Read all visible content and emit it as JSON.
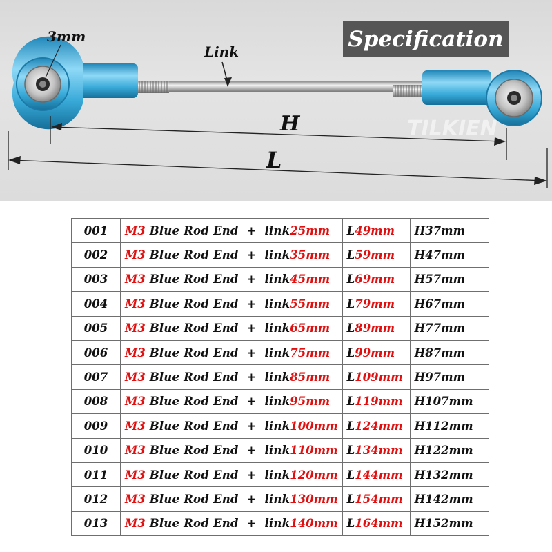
{
  "diagram": {
    "label_3mm": "3mm",
    "label_link": "Link",
    "label_h": "H",
    "label_l": "L",
    "watermark": "TILKIEN",
    "colors": {
      "rod_end": "#37a9d8",
      "rod": "#b9b9b9"
    }
  },
  "title": "Specification",
  "table": {
    "rows": [
      {
        "code": "001",
        "thread": "M3",
        "desc": " Blue Rod End  +  link",
        "link": "25mm",
        "l_prefix": "L",
        "l_val": "49mm",
        "h": "H37mm"
      },
      {
        "code": "002",
        "thread": "M3",
        "desc": " Blue Rod End  +  link",
        "link": "35mm",
        "l_prefix": "L",
        "l_val": "59mm",
        "h": "H47mm"
      },
      {
        "code": "003",
        "thread": "M3",
        "desc": " Blue Rod End  +  link",
        "link": "45mm",
        "l_prefix": "L",
        "l_val": "69mm",
        "h": "H57mm"
      },
      {
        "code": "004",
        "thread": "M3",
        "desc": " Blue Rod End  +  link",
        "link": "55mm",
        "l_prefix": "L",
        "l_val": "79mm",
        "h": "H67mm"
      },
      {
        "code": "005",
        "thread": "M3",
        "desc": " Blue Rod End  +  link",
        "link": "65mm",
        "l_prefix": "L",
        "l_val": "89mm",
        "h": "H77mm"
      },
      {
        "code": "006",
        "thread": "M3",
        "desc": " Blue Rod End  +  link",
        "link": "75mm",
        "l_prefix": "L",
        "l_val": "99mm",
        "h": "H87mm"
      },
      {
        "code": "007",
        "thread": "M3",
        "desc": " Blue Rod End  +  link",
        "link": "85mm",
        "l_prefix": "L",
        "l_val": "109mm",
        "h": "H97mm"
      },
      {
        "code": "008",
        "thread": "M3",
        "desc": " Blue Rod End  +  link",
        "link": "95mm",
        "l_prefix": "L",
        "l_val": "119mm",
        "h": "H107mm"
      },
      {
        "code": "009",
        "thread": "M3",
        "desc": " Blue Rod End  +  link",
        "link": "100mm",
        "l_prefix": "L",
        "l_val": "124mm",
        "h": "H112mm"
      },
      {
        "code": "010",
        "thread": "M3",
        "desc": " Blue Rod End  +  link",
        "link": "110mm",
        "l_prefix": "L",
        "l_val": "134mm",
        "h": "H122mm"
      },
      {
        "code": "011",
        "thread": "M3",
        "desc": " Blue Rod End  +  link",
        "link": "120mm",
        "l_prefix": "L",
        "l_val": "144mm",
        "h": "H132mm"
      },
      {
        "code": "012",
        "thread": "M3",
        "desc": " Blue Rod End  +  link",
        "link": "130mm",
        "l_prefix": "L",
        "l_val": "154mm",
        "h": "H142mm"
      },
      {
        "code": "013",
        "thread": "M3",
        "desc": " Blue Rod End  +  link",
        "link": "140mm",
        "l_prefix": "L",
        "l_val": "164mm",
        "h": "H152mm"
      }
    ]
  }
}
